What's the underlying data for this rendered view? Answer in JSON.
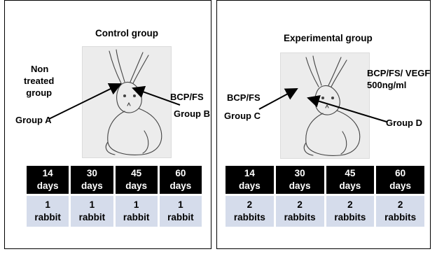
{
  "left": {
    "title": "Control group",
    "label_a": [
      "Non",
      "treated",
      "group",
      "Group A"
    ],
    "label_b": [
      "BCP/FS",
      "Group B"
    ],
    "columns": [
      {
        "time": [
          "14",
          "days"
        ],
        "count": [
          "1",
          "rabbit"
        ]
      },
      {
        "time": [
          "30",
          "days"
        ],
        "count": [
          "1",
          "rabbit"
        ]
      },
      {
        "time": [
          "45",
          "days"
        ],
        "count": [
          "1",
          "rabbit"
        ]
      },
      {
        "time": [
          "60",
          "days"
        ],
        "count": [
          "1",
          "rabbit"
        ]
      }
    ]
  },
  "right": {
    "title": "Experimental group",
    "label_c": [
      "BCP/FS",
      "Group C"
    ],
    "label_d_top": [
      "BCP/FS/ VEGF",
      "500ng/ml"
    ],
    "label_d": "Group D",
    "columns": [
      {
        "time": [
          "14",
          "days"
        ],
        "count": [
          "2",
          "rabbits"
        ]
      },
      {
        "time": [
          "30",
          "days"
        ],
        "count": [
          "2",
          "rabbits"
        ]
      },
      {
        "time": [
          "45",
          "days"
        ],
        "count": [
          "2",
          "rabbits"
        ]
      },
      {
        "time": [
          "60",
          "days"
        ],
        "count": [
          "2",
          "rabbits"
        ]
      }
    ]
  },
  "colors": {
    "header_bg": "#000000",
    "header_text": "#ffffff",
    "cell_bg": "#d5dceb",
    "border": "#000000"
  },
  "icons": {
    "animal": "rabbit-sketch-icon",
    "pointer": "arrow-icon"
  }
}
